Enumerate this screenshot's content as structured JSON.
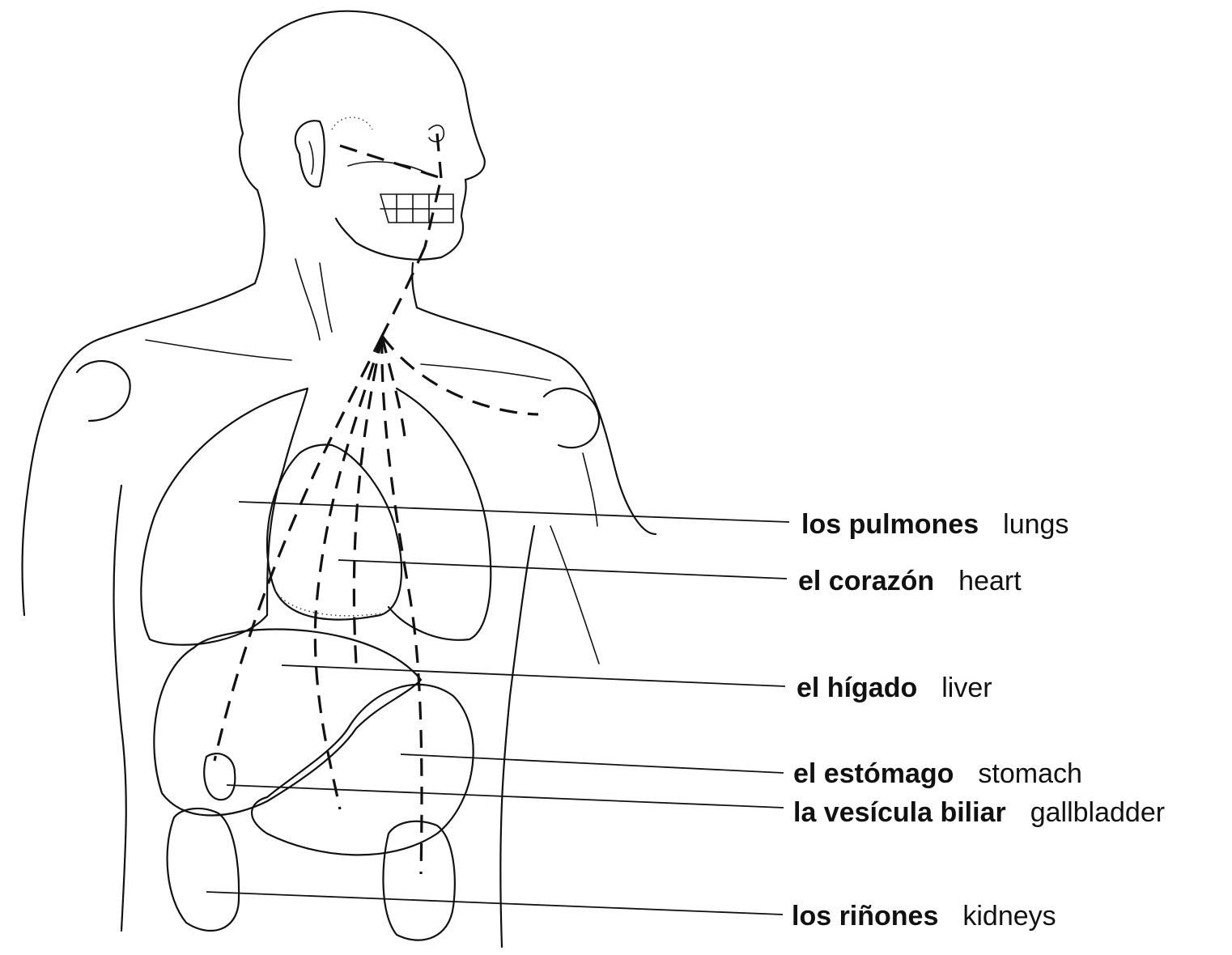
{
  "labels": {
    "lungs": {
      "es": "los pulmones",
      "en": "lungs"
    },
    "heart": {
      "es": "el corazón",
      "en": "heart"
    },
    "liver": {
      "es": "el hígado",
      "en": "liver"
    },
    "stomach": {
      "es": "el estómago",
      "en": "stomach"
    },
    "gallbladder": {
      "es": "la vesícula biliar",
      "en": "gallbladder"
    },
    "kidneys": {
      "es": "los riñones",
      "en": "kidneys"
    }
  }
}
